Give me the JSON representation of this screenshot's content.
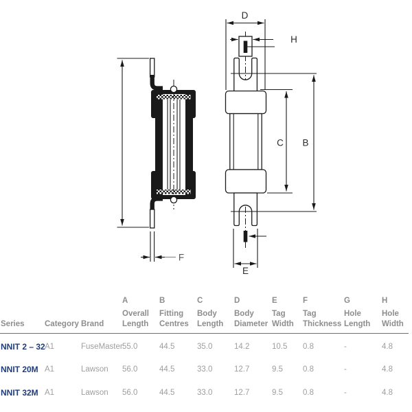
{
  "diagram": {
    "labels": {
      "overall_length": "",
      "fitting_centres": "B",
      "body_length": "C",
      "body_diameter": "D",
      "tag_width": "E",
      "tag_thickness": "F",
      "hole_width": "H"
    },
    "views": [
      "side-view-of-fuse",
      "front-view-of-fuse"
    ],
    "colors": {
      "line": "#1a1a1a",
      "leader_gray": "#999999"
    }
  },
  "table": {
    "text_columns": [
      {
        "label": "Series"
      },
      {
        "label": "Category"
      },
      {
        "label": "Brand"
      }
    ],
    "dim_columns": [
      {
        "letter": "A",
        "label": [
          "Overall",
          "Length"
        ]
      },
      {
        "letter": "B",
        "label": [
          "Fitting",
          "Centres"
        ]
      },
      {
        "letter": "C",
        "label": [
          "Body",
          "Length"
        ]
      },
      {
        "letter": "D",
        "label": [
          "Body",
          "Diameter"
        ]
      },
      {
        "letter": "E",
        "label": [
          "Tag",
          "Width"
        ]
      },
      {
        "letter": "F",
        "label": [
          "Tag",
          "Thickness"
        ]
      },
      {
        "letter": "G",
        "label": [
          "Hole",
          "Length"
        ]
      },
      {
        "letter": "H",
        "label": [
          "Hole",
          "Width"
        ]
      }
    ],
    "rows": [
      {
        "series": "NNIT 2 – 32",
        "category": "A1",
        "brand": "FuseMaster",
        "values": [
          "55.0",
          "44.5",
          "35.0",
          "14.2",
          "10.5",
          "0.8",
          "-",
          "4.8"
        ]
      },
      {
        "series": "NNIT 20M",
        "category": "A1",
        "brand": "Lawson",
        "values": [
          "56.0",
          "44.5",
          "33.0",
          "12.7",
          "9.5",
          "0.8",
          "-",
          "4.8"
        ]
      },
      {
        "series": "NNIT 32M",
        "category": "A1",
        "brand": "Lawson",
        "values": [
          "56.0",
          "44.5",
          "33.0",
          "12.7",
          "9.5",
          "0.8",
          "-",
          "4.8"
        ]
      }
    ]
  },
  "colors": {
    "header_text": "#8d8d8d",
    "value_text": "#9e9e9e",
    "series_text": "#1f3d7a",
    "rule": "#6e6e6e",
    "drawing_line": "#1a1a1a"
  }
}
